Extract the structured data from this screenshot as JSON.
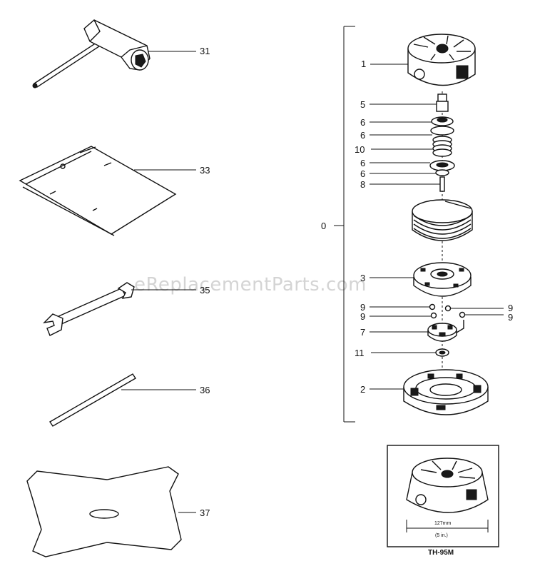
{
  "watermark": "eReplacementParts.com",
  "callouts": {
    "c31": "31",
    "c33": "33",
    "c35": "35",
    "c36": "36",
    "c37": "37",
    "c1": "1",
    "c5": "5",
    "c6a": "6",
    "c6b": "6",
    "c10": "10",
    "c6c": "6",
    "c6d": "6",
    "c8": "8",
    "c0": "0",
    "c3": "3",
    "c9a": "9",
    "c9b": "9",
    "c9c": "9",
    "c9d": "9",
    "c7": "7",
    "c11": "11",
    "c2": "2"
  },
  "inset": {
    "dimension_mm": "127mm",
    "dimension_in": "(5 in.)",
    "model": "TH-95M"
  }
}
